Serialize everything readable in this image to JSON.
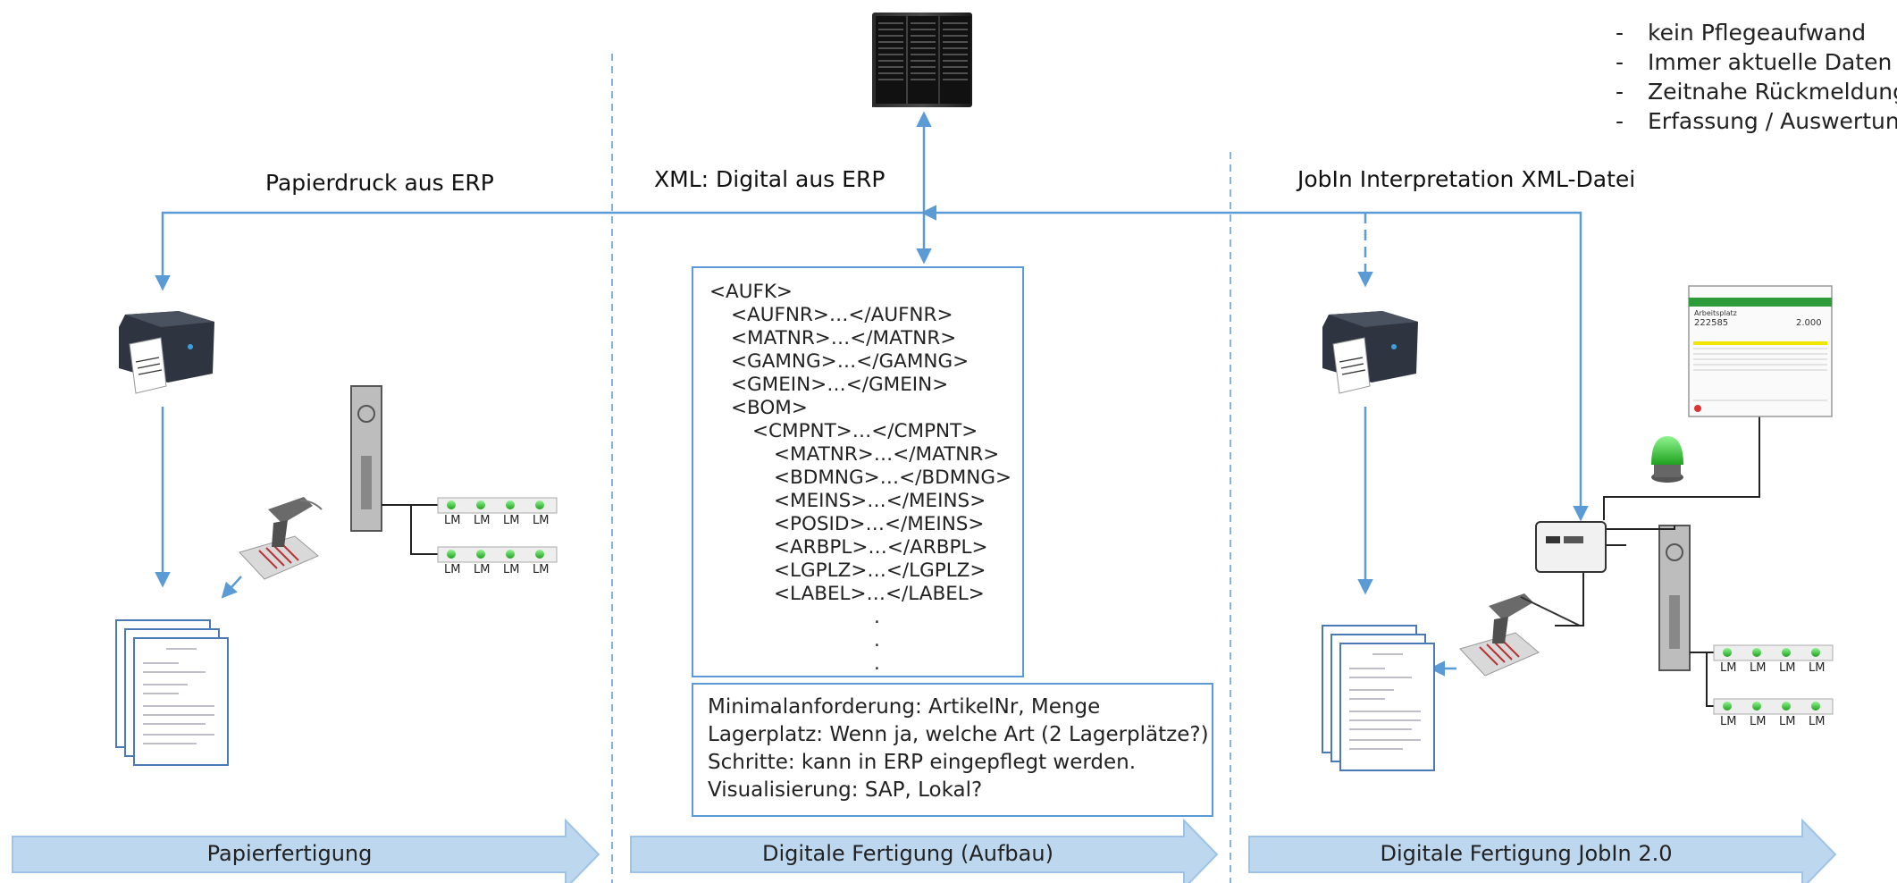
{
  "headings": {
    "col1": "Papierdruck aus ERP",
    "col2": "XML: Digital aus ERP",
    "col3": "JobIn Interpretation XML-Datei"
  },
  "benefits": [
    "kein Pflegeaufwand",
    "Immer aktuelle Daten",
    "Zeitnahe Rückmeldung",
    "Erfassung / Auswertung"
  ],
  "xml_lines": [
    "<AUFK>",
    "<AUFNR>…</AUFNR>",
    "<MATNR>…</MATNR>",
    "<GAMNG>…</GAMNG>",
    "<GMEIN>…</GMEIN>",
    "<BOM>",
    "<CMPNT>…</CMPNT>",
    "<MATNR>…</MATNR>",
    "<BDMNG>…</BDMNG>",
    "<MEINS>…</MEINS>",
    "<POSID>…</MEINS>",
    "<ARBPL>…</ARBPL>",
    "<LGPLZ>…</LGPLZ>",
    "<LABEL>…</LABEL>",
    ".",
    ".",
    "."
  ],
  "notes": [
    "Minimalanforderung: ArtikelNr, Menge",
    "Lagerplatz: Wenn ja, welche Art (2 Lagerplätze?)",
    "Schritte: kann in ERP eingepflegt werden.",
    "Visualisierung: SAP, Lokal?"
  ],
  "banners": [
    "Papierfertigung",
    "Digitale Fertigung (Aufbau)",
    "Digitale Fertigung JobIn 2.0"
  ],
  "lm_label": "LM",
  "monitor": {
    "title": "Arbeitsplatz",
    "order_number": "222585",
    "quantity": "2.000"
  },
  "colors": {
    "arrow": "#5b9bd5",
    "banner_fill": "#bdd7ee",
    "banner_stroke": "#9dc3e6",
    "monitor_header": "#2e9b3a",
    "led": "#34d634"
  }
}
